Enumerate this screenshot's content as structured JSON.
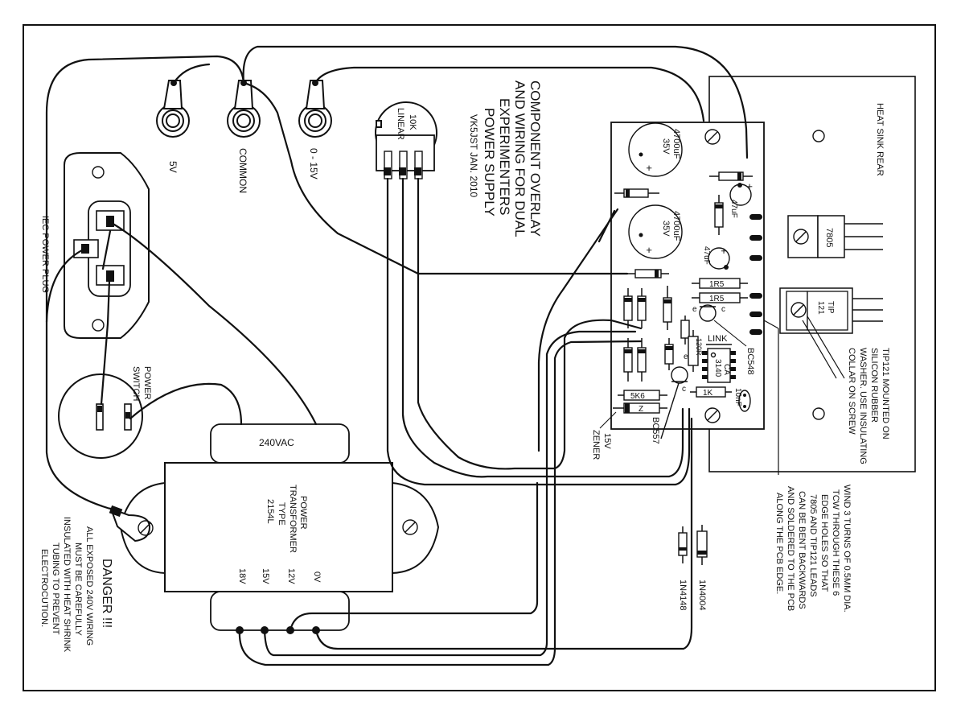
{
  "title": {
    "line1": "COMPONENT OVERLAY",
    "line2": "AND WIRING FOR DUAL",
    "line3": "EXPERIMENTERS",
    "line4": "POWER SUPPLY",
    "credit": "VK5JST JAN. 2010"
  },
  "terminals": {
    "t5v": "5V",
    "common": "COMMON",
    "t015": "0 - 15V"
  },
  "pot": {
    "value": "10K",
    "type": "LINEAR"
  },
  "iec": "IEC POWER PLUG",
  "switch": {
    "line1": "POWER",
    "line2": "SWITCH"
  },
  "transformer": {
    "primary": "240VAC",
    "line1": "POWER",
    "line2": "TRANSFORMER",
    "line3": "TYPE",
    "line4": "2154L",
    "taps": [
      "18V",
      "15V",
      "12V",
      "0V"
    ]
  },
  "danger": {
    "heading": "DANGER !!!",
    "lines": [
      "ALL EXPOSED 240V WIRING",
      "MUST BE CAREFULLY",
      "INSULATED WITH HEAT SHRINK",
      "TUBING TO PREVENT",
      "ELECTROCUTION."
    ]
  },
  "pcb": {
    "cap1": {
      "value": "4700uF",
      "voltage": "35V"
    },
    "cap2": {
      "value": "4700uF",
      "voltage": "35V"
    },
    "cap3": "47uF",
    "cap4": "47uF",
    "r1": "1R5",
    "r2": "1R5",
    "r3": "120R",
    "r4": "5K6",
    "r5": "1K",
    "link": "LINK",
    "ic": {
      "line1": "CA",
      "line2": "3140"
    },
    "cap_small": "10nF",
    "zener_label": "Z",
    "zener": {
      "line1": "15V",
      "line2": "ZENER"
    },
    "bc548": "BC548",
    "bc557": "BC557",
    "pin_e": "e",
    "pin_c": "c"
  },
  "heatsink": {
    "label": "HEAT SINK REAR",
    "reg1": "7805",
    "reg2": {
      "line1": "TIP",
      "line2": "121"
    },
    "note": [
      "TIP121 MOUNTED ON",
      "SILICON RUBBER",
      "WASHER. USE INSULATING",
      "COLLAR ON SCREW"
    ]
  },
  "wind_note": [
    "WIND 3 TURNS OF 0.5MM DIA.",
    "TCW THROUGH THESE 6",
    "EDGE HOLES SO THAT",
    "7805 AND TIP121 LEADS",
    "CAN BE BENT BACKWARDS",
    "AND SOLDERED TO THE PCB",
    "ALONG THE PCB EDGE."
  ],
  "diodes": {
    "d1": "1N4004",
    "d2": "1N4148"
  }
}
